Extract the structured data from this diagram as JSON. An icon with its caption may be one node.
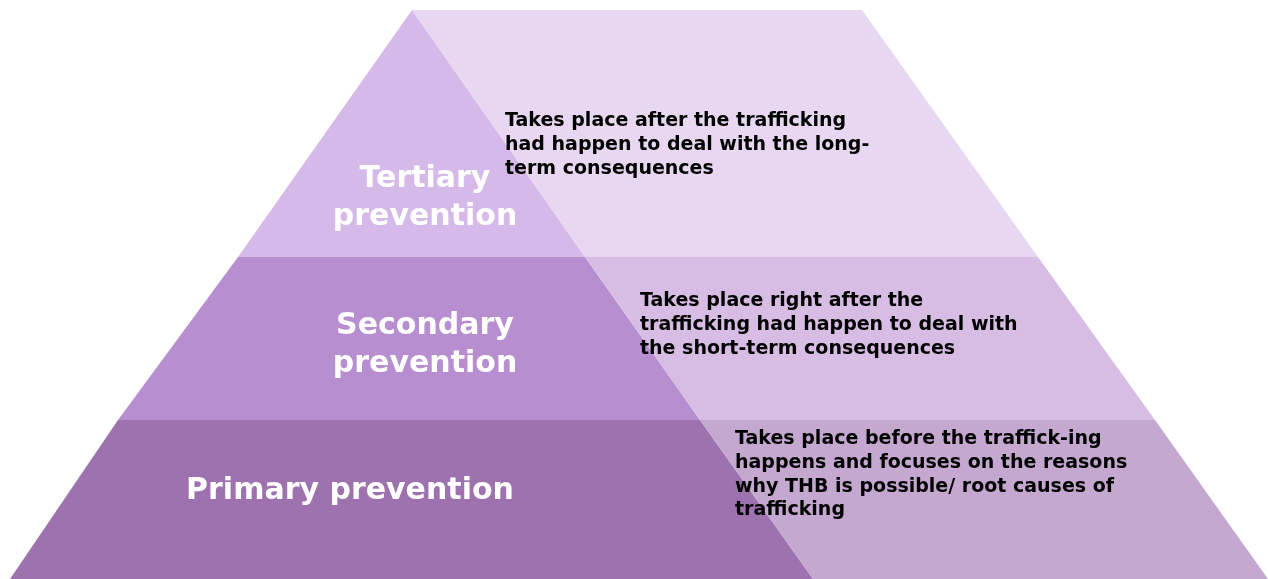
{
  "diagram": {
    "nodes": [
      {
        "text": [
          "Tertiary prevention"
        ]
      },
      {
        "text": [
          "Takes place after the trafficking had happen to deal with the long-term consequences"
        ]
      },
      {
        "text": [
          "Secondary prevention"
        ]
      },
      {
        "text": [
          "Takes place right after the trafficking had happen to deal with the short-term consequences"
        ]
      },
      {
        "text": [
          "Primary prevention"
        ]
      },
      {
        "text": [
          "Takes place before the traffick-ing happens and focuses on the reasons why THB is possible/ root causes of trafficking"
        ]
      }
    ]
  }
}
